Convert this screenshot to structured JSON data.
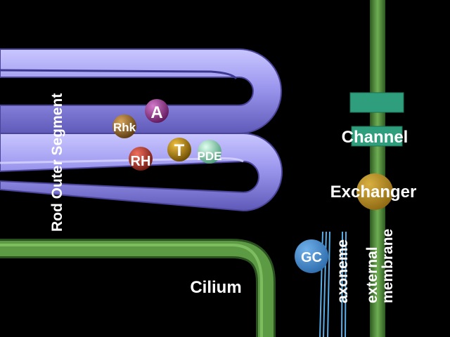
{
  "labels": {
    "rod_outer_segment": "Rod Outer Segment",
    "channel": "Channel",
    "exchanger": "Exchanger",
    "cilium": "Cilium",
    "axoneme": "axoneme",
    "external": "external",
    "membrane": "membrane"
  },
  "molecules": {
    "a": "A",
    "rhk": "Rhk",
    "t": "T",
    "rh": "RH",
    "pde": "PDE",
    "gc": "GC"
  },
  "colors": {
    "background": "#000000",
    "disc": "#9c97ee",
    "disc_shadow": "#5f5ab8",
    "cilium_green": "#4f8a3a",
    "channel_teal": "#2e9e7c",
    "exchanger_gold": "#b8902a",
    "gc_blue": "#3b82c4",
    "axoneme_blue": "#5aaee8",
    "a_purple": "#8e2c88",
    "rhk_brown": "#9a6a2a",
    "t_gold": "#b8860b",
    "rh_red": "#c0392b",
    "pde_mint": "#8fcfb0"
  }
}
